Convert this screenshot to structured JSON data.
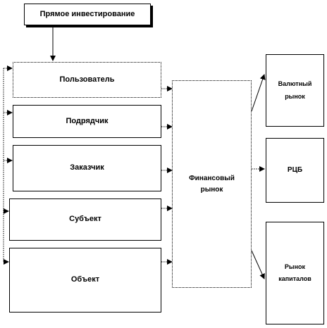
{
  "diagram": {
    "top": {
      "label": "Прямое инвестирование"
    },
    "participants": [
      {
        "label": "Пользователь"
      },
      {
        "label": "Подрядчик"
      },
      {
        "label": "Заказчик"
      },
      {
        "label": "Субъект"
      },
      {
        "label": "Объект"
      }
    ],
    "center": {
      "label": "Финансовый\nрынок"
    },
    "markets": [
      {
        "label": "Валютный\nрынок"
      },
      {
        "label": "РЦБ"
      },
      {
        "label": "Рынок\nкапиталов"
      }
    ]
  }
}
